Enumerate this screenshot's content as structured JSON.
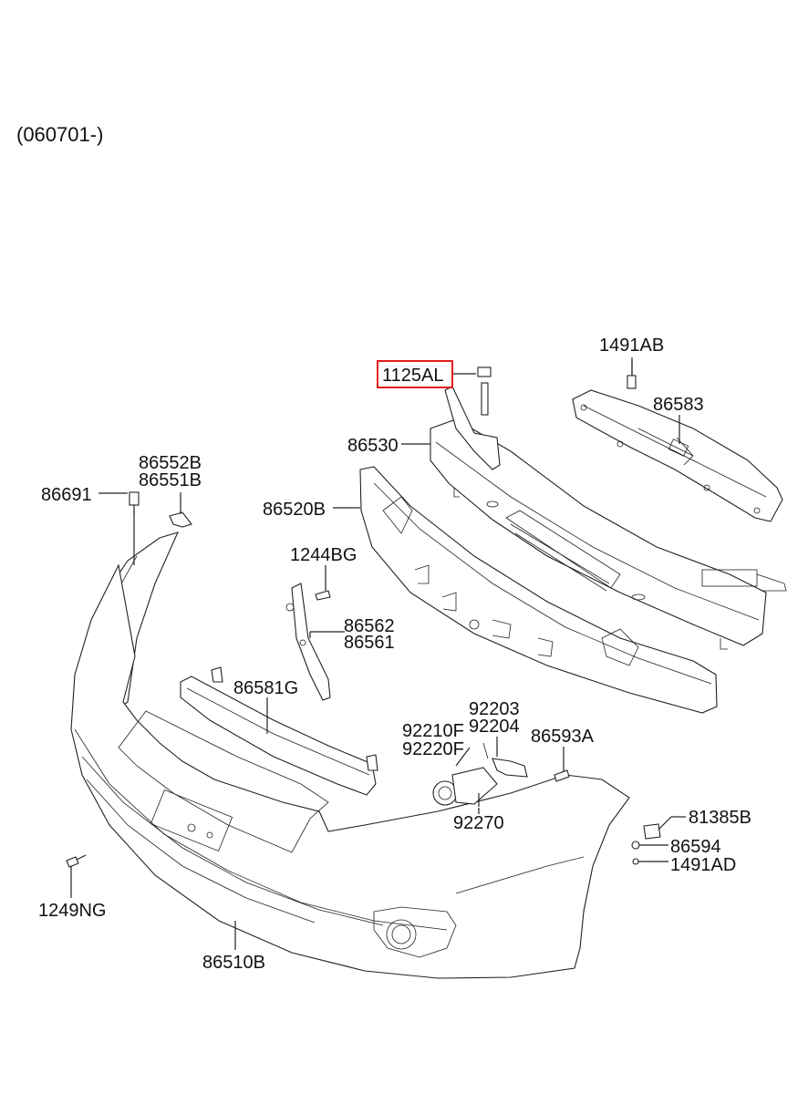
{
  "header": {
    "date_range": "(060701-)"
  },
  "highlight_color": "#e0201b",
  "parts": {
    "p1491AB": "1491AB",
    "p1125AL": "1125AL",
    "p86583": "86583",
    "p86530": "86530",
    "p86552B": "86552B",
    "p86551B": "86551B",
    "p86691": "86691",
    "p86520B": "86520B",
    "p1244BG": "1244BG",
    "p86562": "86562",
    "p86561": "86561",
    "p86581G": "86581G",
    "p92203": "92203",
    "p92204": "92204",
    "p92210F": "92210F",
    "p92220F": "92220F",
    "p86593A": "86593A",
    "p92270": "92270",
    "p81385B": "81385B",
    "p86594": "86594",
    "p1491AD": "1491AD",
    "p1249NG": "1249NG",
    "p86510B": "86510B"
  },
  "highlighted_part": "1125AL"
}
